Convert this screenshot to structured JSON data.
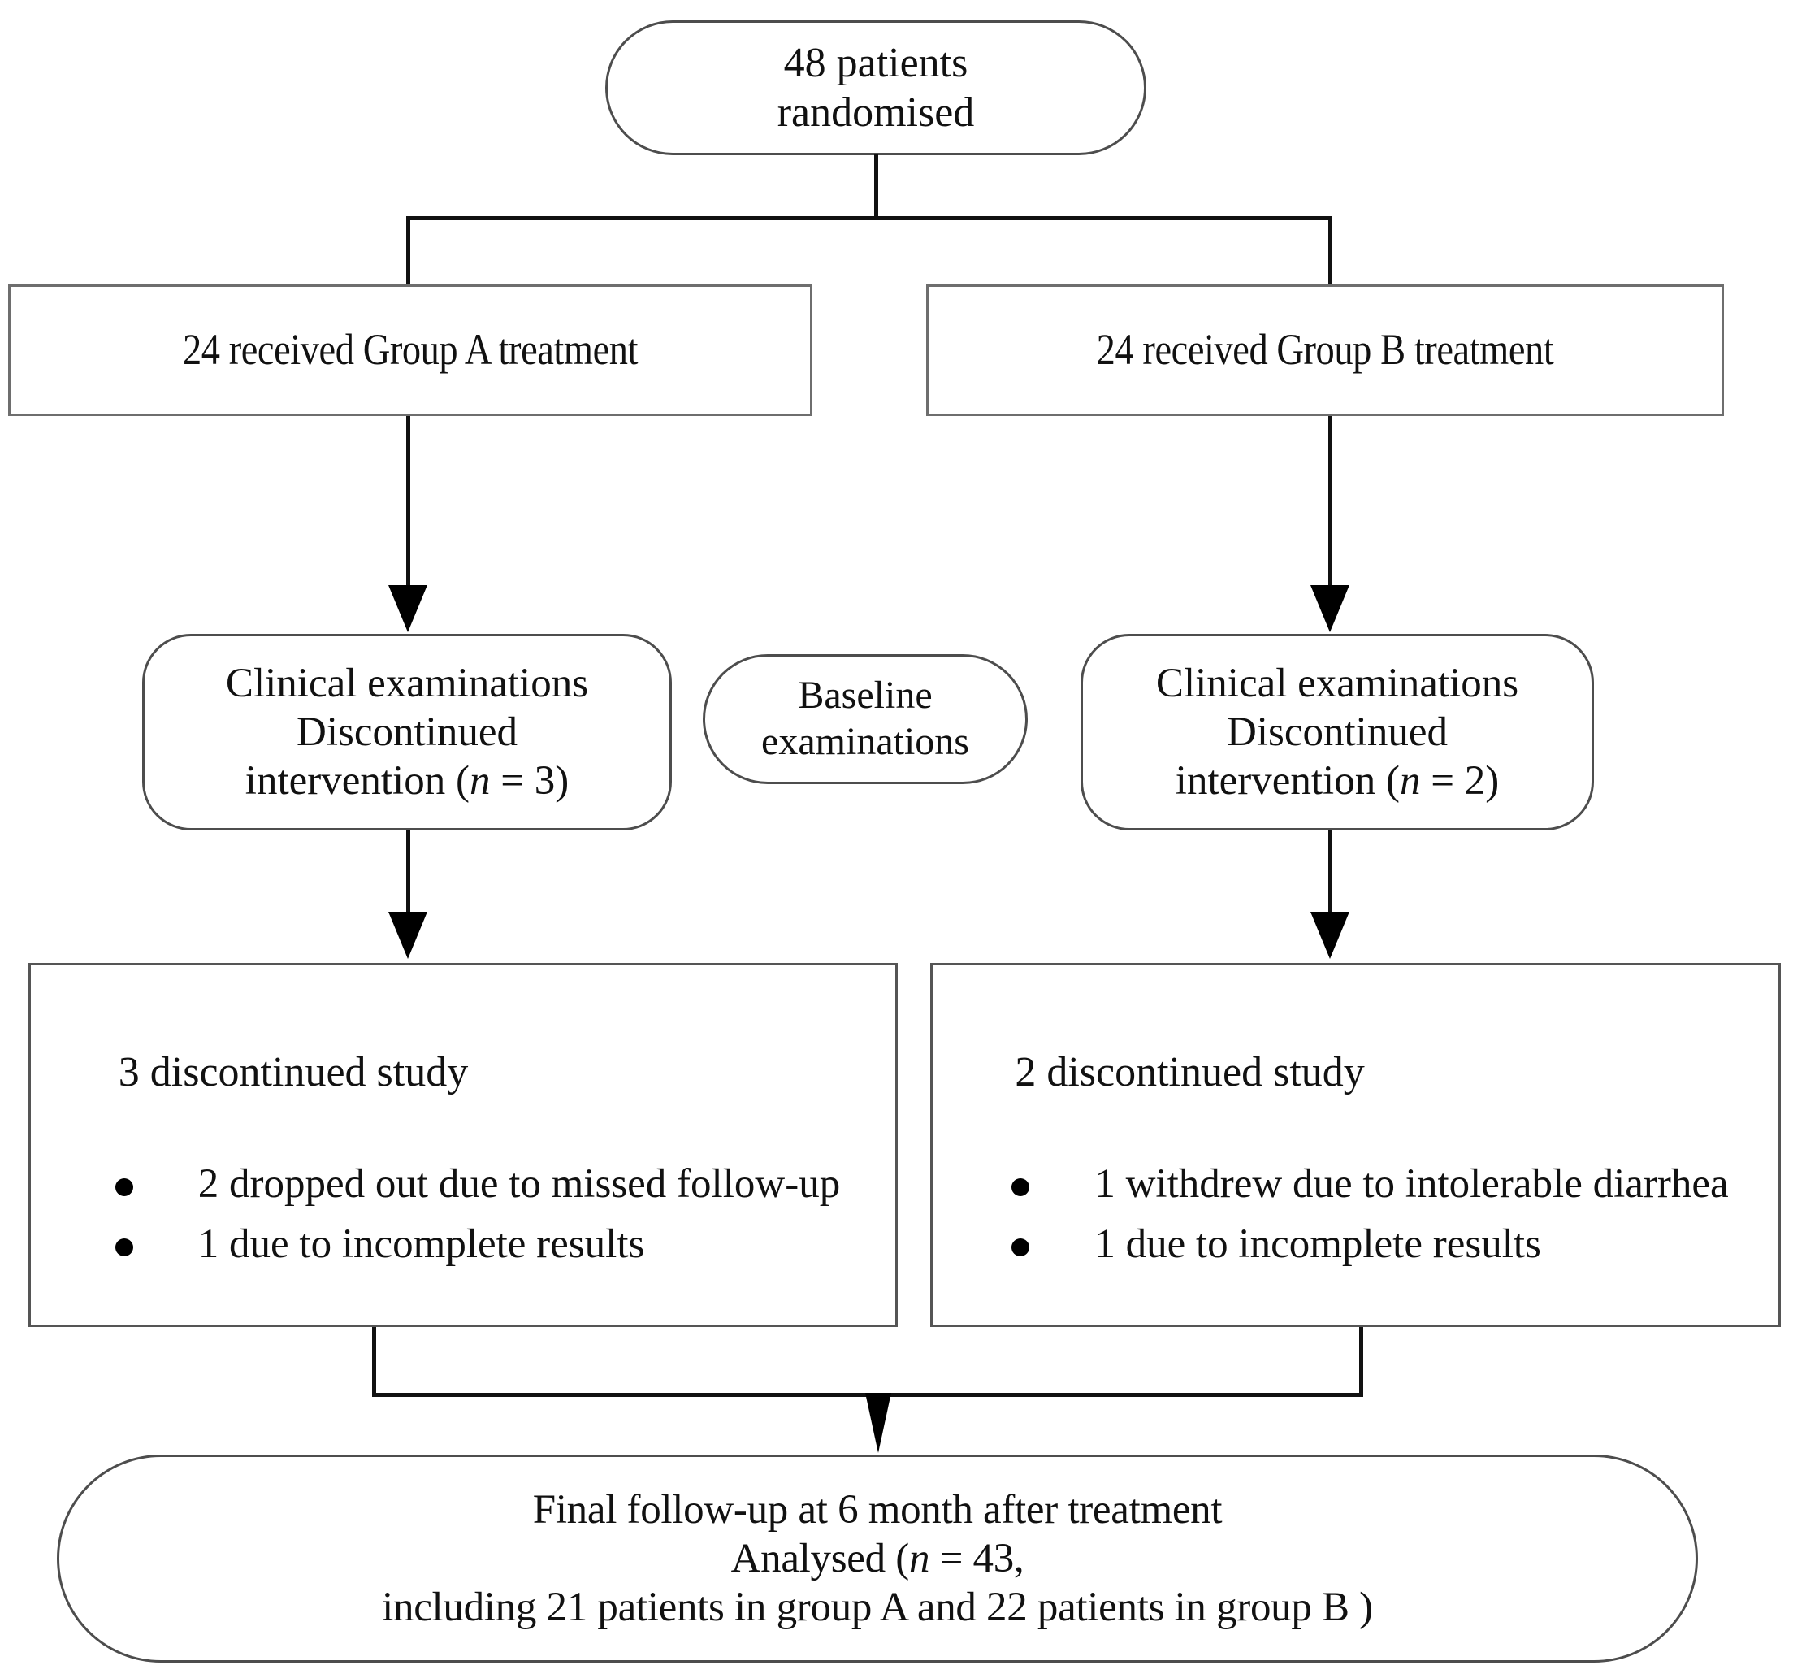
{
  "diagram": {
    "title": "CONSORT participant flow diagram",
    "nodes": {
      "randomised": {
        "shape": "stadium",
        "lines": [
          "48 patients",
          "randomised"
        ]
      },
      "group_a": {
        "shape": "rectangle",
        "lines": [
          "24 received Group A treatment"
        ]
      },
      "group_b": {
        "shape": "rectangle",
        "lines": [
          "24 received Group B treatment"
        ]
      },
      "exam_a": {
        "shape": "rounded-rectangle",
        "line1": "Clinical examinations",
        "line2": "Discontinued",
        "line3_pre": "intervention (",
        "line3_italic": "n",
        "line3_post": " = 3)"
      },
      "baseline": {
        "shape": "stadium",
        "lines": [
          "Baseline",
          "examinations"
        ]
      },
      "exam_b": {
        "shape": "rounded-rectangle",
        "line1": "Clinical examinations",
        "line2": "Discontinued",
        "line3_pre": "intervention (",
        "line3_italic": "n",
        "line3_post": " = 2)"
      },
      "disc_a": {
        "shape": "rectangle",
        "heading": "3 discontinued study",
        "bullets": [
          "2 dropped out due to missed follow-up",
          "1 due to incomplete results"
        ]
      },
      "disc_b": {
        "shape": "rectangle",
        "heading": "2 discontinued study",
        "bullets": [
          "1 withdrew  due to  intolerable diarrhea",
          "1 due to incomplete results"
        ]
      },
      "final": {
        "shape": "stadium",
        "line1": "Final follow-up at 6 month after treatment",
        "line2_pre": "Analysed (",
        "line2_italic": "n",
        "line2_post": " = 43,",
        "line3": "including 21 patients in group A and 22 patients in group B )"
      }
    },
    "connectors": [
      {
        "name": "randomised-to-split",
        "type": "split",
        "from": "randomised",
        "to": [
          "group_a",
          "group_b"
        ]
      },
      {
        "name": "group-a-to-exam-a",
        "type": "arrow",
        "from": "group_a",
        "to": "exam_a"
      },
      {
        "name": "group-b-to-exam-b",
        "type": "arrow",
        "from": "group_b",
        "to": "exam_b"
      },
      {
        "name": "exam-a-to-disc-a",
        "type": "arrow",
        "from": "exam_a",
        "to": "disc_a"
      },
      {
        "name": "exam-b-to-disc-b",
        "type": "arrow",
        "from": "exam_b",
        "to": "disc_b"
      },
      {
        "name": "disc-to-final",
        "type": "merge",
        "from": [
          "disc_a",
          "disc_b"
        ],
        "to": "final"
      }
    ],
    "colors": {
      "stroke_dark": "#111111",
      "stroke_box": "#4d4d4d",
      "stroke_rect": "#6e6e6e",
      "background": "#ffffff",
      "text": "#111111"
    }
  }
}
